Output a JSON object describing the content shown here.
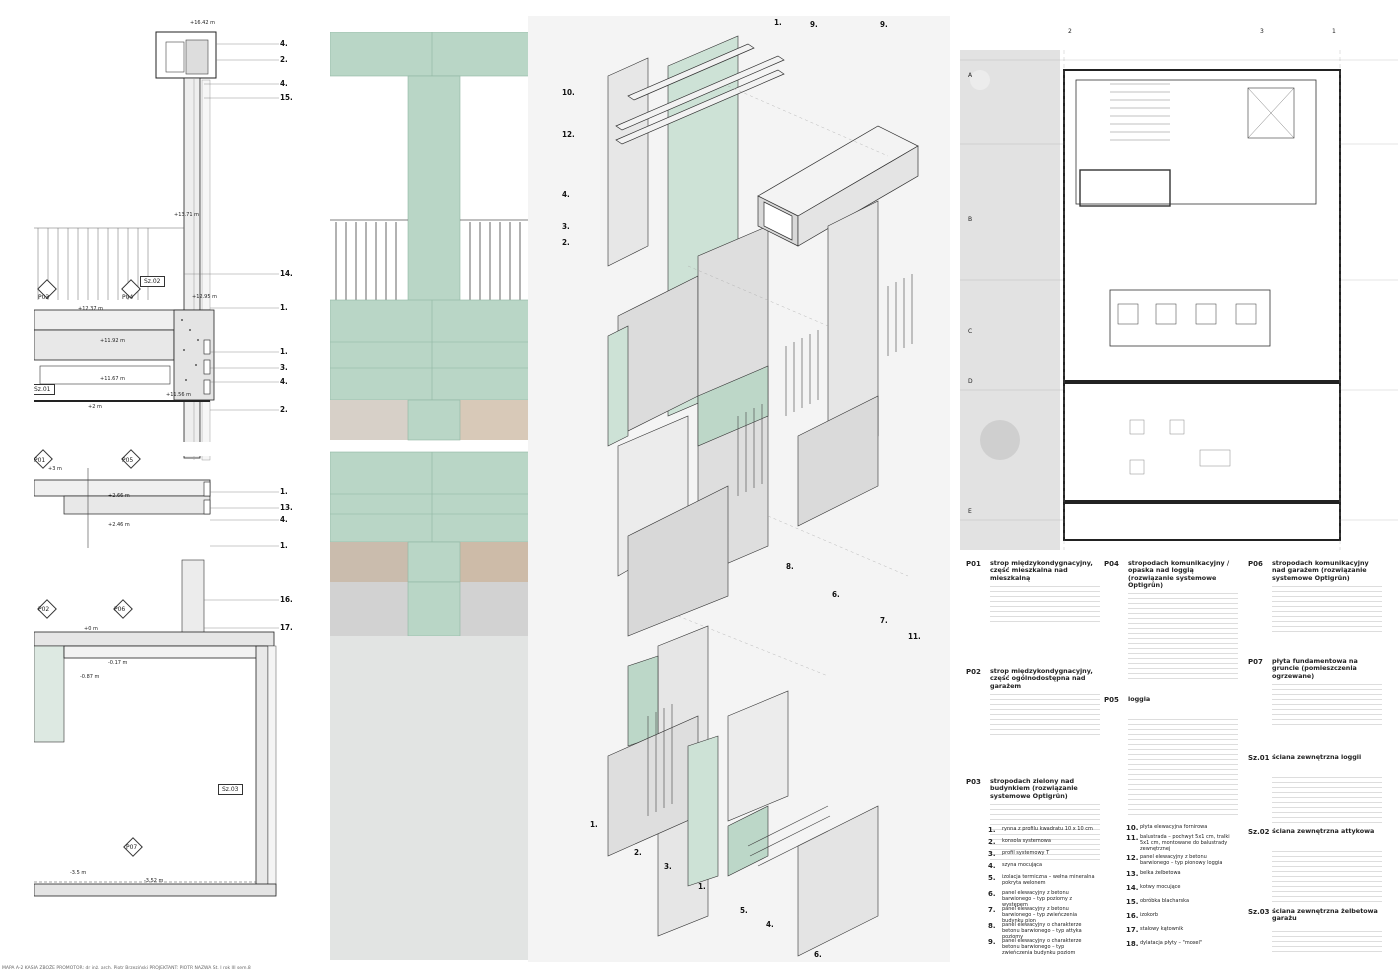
{
  "section_panel": {
    "levels": [
      "+16.42 m",
      "+13.71 m",
      "+12.95 m",
      "+12.37 m",
      "+11.92 m",
      "+11.67 m",
      "+11.56 m",
      "+2.66 m",
      "+2.46 m",
      "+3 m",
      "+2 m",
      "+0 m",
      "-0.17 m",
      "-0.87 m",
      "-3.5 m",
      "-3.52 m"
    ],
    "callouts": [
      "4.",
      "2.",
      "4.",
      "15.",
      "14.",
      "1.",
      "1.",
      "3.",
      "4.",
      "2.",
      "1.",
      "13.",
      "4.",
      "1.",
      "16.",
      "17."
    ],
    "tags": {
      "sz02": "Sz.02",
      "sz01": "Sz.01",
      "sz03": "Sz.03"
    },
    "diamonds": [
      "P03",
      "P04",
      "P01",
      "P05",
      "P02",
      "P06",
      "P07"
    ]
  },
  "axo_callouts_upper": [
    "1.",
    "9.",
    "9.",
    "10.",
    "12.",
    "4.",
    "3.",
    "2.",
    "8.",
    "6.",
    "7.",
    "11."
  ],
  "axo_callouts_lower": [
    "1.",
    "2.",
    "3.",
    "1.",
    "5.",
    "4.",
    "6."
  ],
  "plan": {
    "axes_top": [
      "2",
      "3",
      "1"
    ],
    "axes_left": [
      "A",
      "B",
      "C",
      "D",
      "E"
    ]
  },
  "specs": [
    {
      "code": "P01",
      "title": "strop międzykondygnacyjny, część mieszkalna nad mieszkalną"
    },
    {
      "code": "P02",
      "title": "strop międzykondygnacyjny, część ogólnodostępna nad garażem"
    },
    {
      "code": "P03",
      "title": "stropodach zielony nad budynkiem (rozwiązanie systemowe Optigrün)"
    },
    {
      "code": "P04",
      "title": "stropodach komunikacyjny / opaska nad loggią (rozwiązanie systemowe Optigrün)"
    },
    {
      "code": "P05",
      "title": "loggia"
    },
    {
      "code": "P06",
      "title": "stropodach komunikacyjny nad garażem (rozwiązanie systemowe Optigrün)"
    },
    {
      "code": "P07",
      "title": "płyta fundamentowa na gruncie (pomieszczenia ogrzewane)"
    },
    {
      "code": "Sz.01",
      "title": "ściana zewnętrzna loggii"
    },
    {
      "code": "Sz.02",
      "title": "ściana zewnętrzna attykowa"
    },
    {
      "code": "Sz.03",
      "title": "ściana zewnętrzna żelbetowa garażu"
    }
  ],
  "legend": [
    {
      "n": "1.",
      "t": "rynna z profilu kwadratu 10 x 10 cm"
    },
    {
      "n": "2.",
      "t": "konsola systemowa"
    },
    {
      "n": "3.",
      "t": "profil systemowy T"
    },
    {
      "n": "4.",
      "t": "szyna mocująca"
    },
    {
      "n": "5.",
      "t": "izolacja termiczna – wełna mineralna pokryta welonem"
    },
    {
      "n": "6.",
      "t": "panel elewacyjny z betonu barwionego – typ poziomy z występem"
    },
    {
      "n": "7.",
      "t": "panel elewacyjny z betonu barwionego – typ zwieńczenia budynku pion"
    },
    {
      "n": "8.",
      "t": "panel elewacyjny o charakterze betonu barwionego – typ attyka poziomy"
    },
    {
      "n": "9.",
      "t": "panel elewacyjny o charakterze betonu barwionego – typ zwieńczenia budynku poziom"
    },
    {
      "n": "10.",
      "t": "płyta elewacyjna fornirowa"
    },
    {
      "n": "11.",
      "t": "balustrada – pochwyt 5x1 cm, tralki 5x1 cm, montowane do balustrady zewnętrznej"
    },
    {
      "n": "12.",
      "t": "panel elewacyjny z betonu barwionego – typ pionowy loggia"
    },
    {
      "n": "13.",
      "t": "belka żelbetowa"
    },
    {
      "n": "14.",
      "t": "kotwy mocujące"
    },
    {
      "n": "15.",
      "t": "obróbka blacharska"
    },
    {
      "n": "16.",
      "t": "izokorb"
    },
    {
      "n": "17.",
      "t": "stalowy kątownik"
    },
    {
      "n": "18.",
      "t": "dylatacja płyty – \"moxel\""
    }
  ],
  "footer": "MAPA A-2 KASIA ZBOŻE PROMOTOR: dr inż. arch. Piotr Brzeziński PROJEKTANT: PIOTR NAZWA St. I rok III sem.8",
  "colors": {
    "mint": "#b7d3c3",
    "mint_dark": "#8fb6a2",
    "concrete": "#cfcfcf",
    "line": "#222222"
  }
}
